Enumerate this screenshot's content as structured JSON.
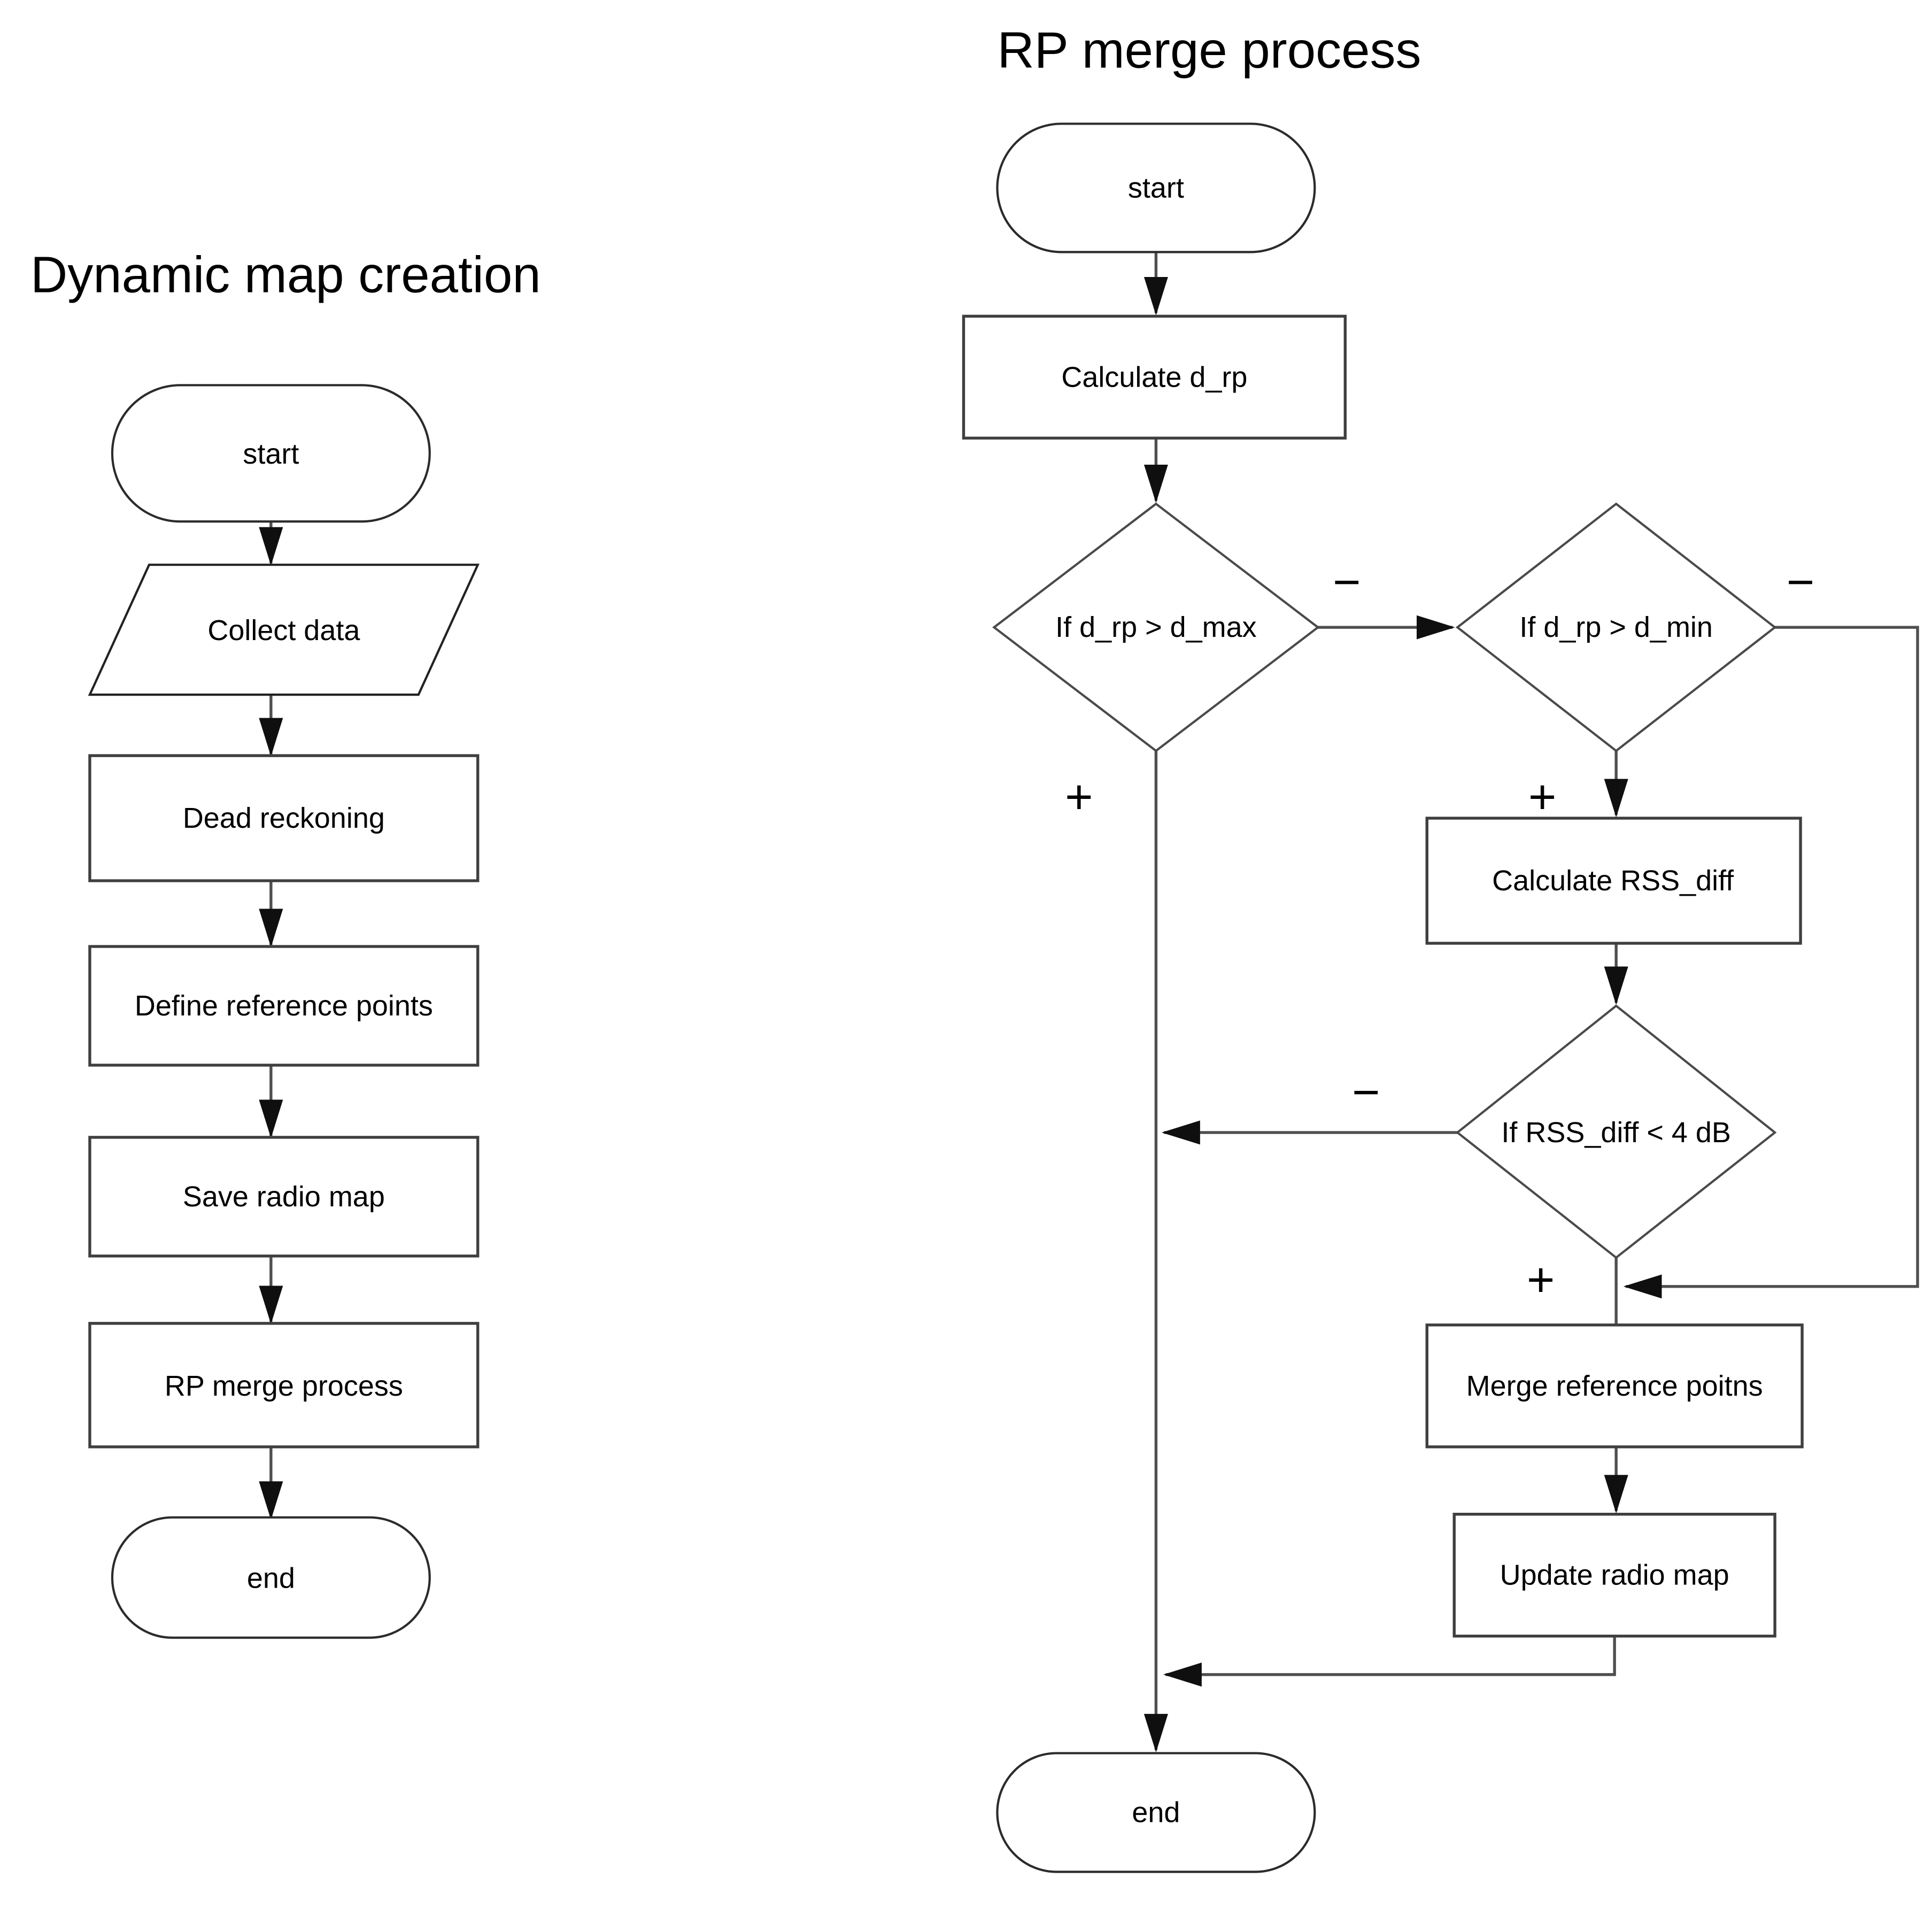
{
  "colors": {
    "background": "#ffffff",
    "shape_fill": "#ffffff",
    "shape_stroke": "#3f3f3f",
    "connector": "#4f4f4f",
    "arrowhead": "#0f0f0f",
    "text": "#000000"
  },
  "left_chart": {
    "title": "Dynamic map creation",
    "nodes": {
      "start": {
        "label": "start",
        "type": "terminator"
      },
      "collect_data": {
        "label": "Collect data",
        "type": "data-input"
      },
      "dead_reckoning": {
        "label": "Dead reckoning",
        "type": "process"
      },
      "define_reference_points": {
        "label": "Define reference points",
        "type": "process"
      },
      "save_radio_map": {
        "label": "Save radio map",
        "type": "process"
      },
      "rp_merge_process": {
        "label": "RP merge process",
        "type": "process"
      },
      "end": {
        "label": "end",
        "type": "terminator"
      }
    }
  },
  "right_chart": {
    "title": "RP merge process",
    "nodes": {
      "start": {
        "label": "start",
        "type": "terminator"
      },
      "calculate_d_rp": {
        "label": "Calculate d_rp",
        "type": "process"
      },
      "if_d_rp_gt_d_max": {
        "label": "If d_rp > d_max",
        "type": "decision"
      },
      "if_d_rp_gt_d_min": {
        "label": "If d_rp > d_min",
        "type": "decision"
      },
      "calculate_rss_diff": {
        "label": "Calculate RSS_diff",
        "type": "process"
      },
      "if_rss_diff_lt_4db": {
        "label": "If RSS_diff < 4 dB",
        "type": "decision"
      },
      "merge_reference_points": {
        "label": "Merge reference poitns",
        "type": "process"
      },
      "update_radio_map": {
        "label": "Update radio map",
        "type": "process"
      },
      "end": {
        "label": "end",
        "type": "terminator"
      }
    },
    "branch_labels": {
      "d_max_minus": "−",
      "d_max_plus": "+",
      "d_min_minus": "−",
      "d_min_plus": "+",
      "rss_minus": "−",
      "rss_plus": "+"
    }
  }
}
